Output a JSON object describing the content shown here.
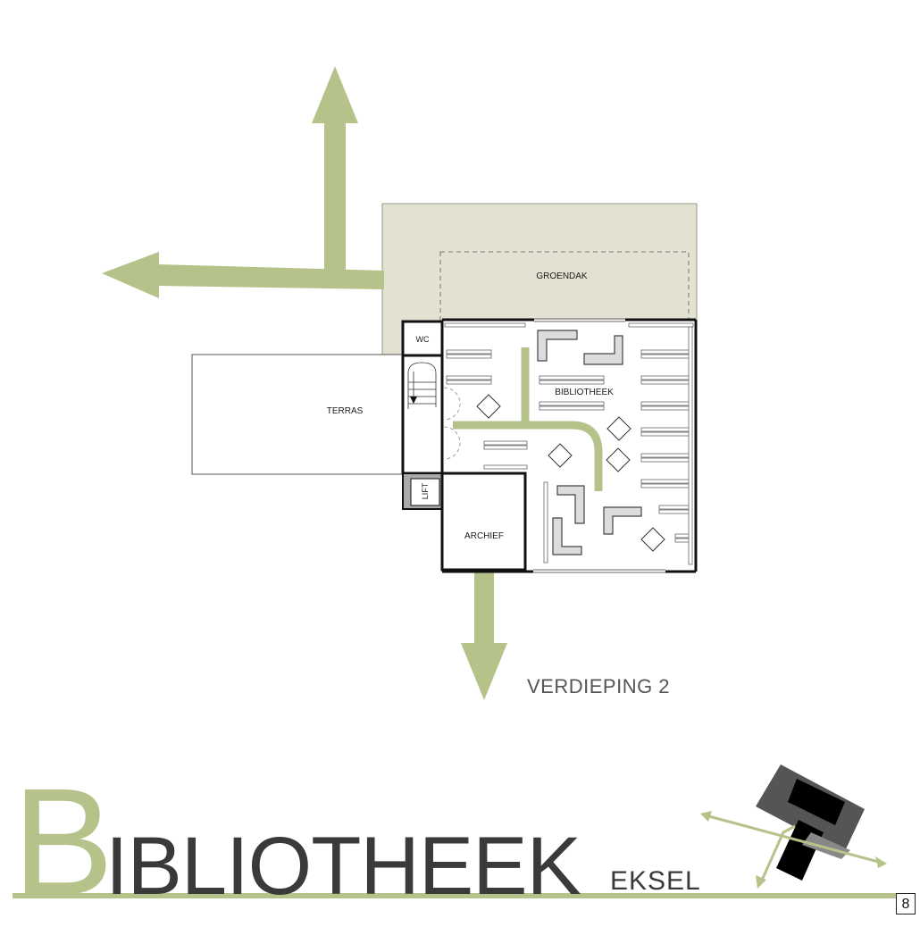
{
  "plan": {
    "floor_title": "VERDIEPING 2",
    "rooms": {
      "groendak": "GROENDAK",
      "terras": "TERRAS",
      "wc": "WC",
      "bibliotheek": "BIBLIOTHEEK",
      "archief": "ARCHIEF",
      "lift": "LIFT"
    }
  },
  "branding": {
    "title_first_letter": "B",
    "title_rest": "IBLIOTHEEK",
    "subtitle": "EKSEL",
    "page_number": "8"
  },
  "colors": {
    "accent_green": "#b5c38a",
    "roof_fill": "#e3e2d2",
    "wall": "#111111",
    "logo_gray": "#555555",
    "logo_black": "#000000"
  }
}
